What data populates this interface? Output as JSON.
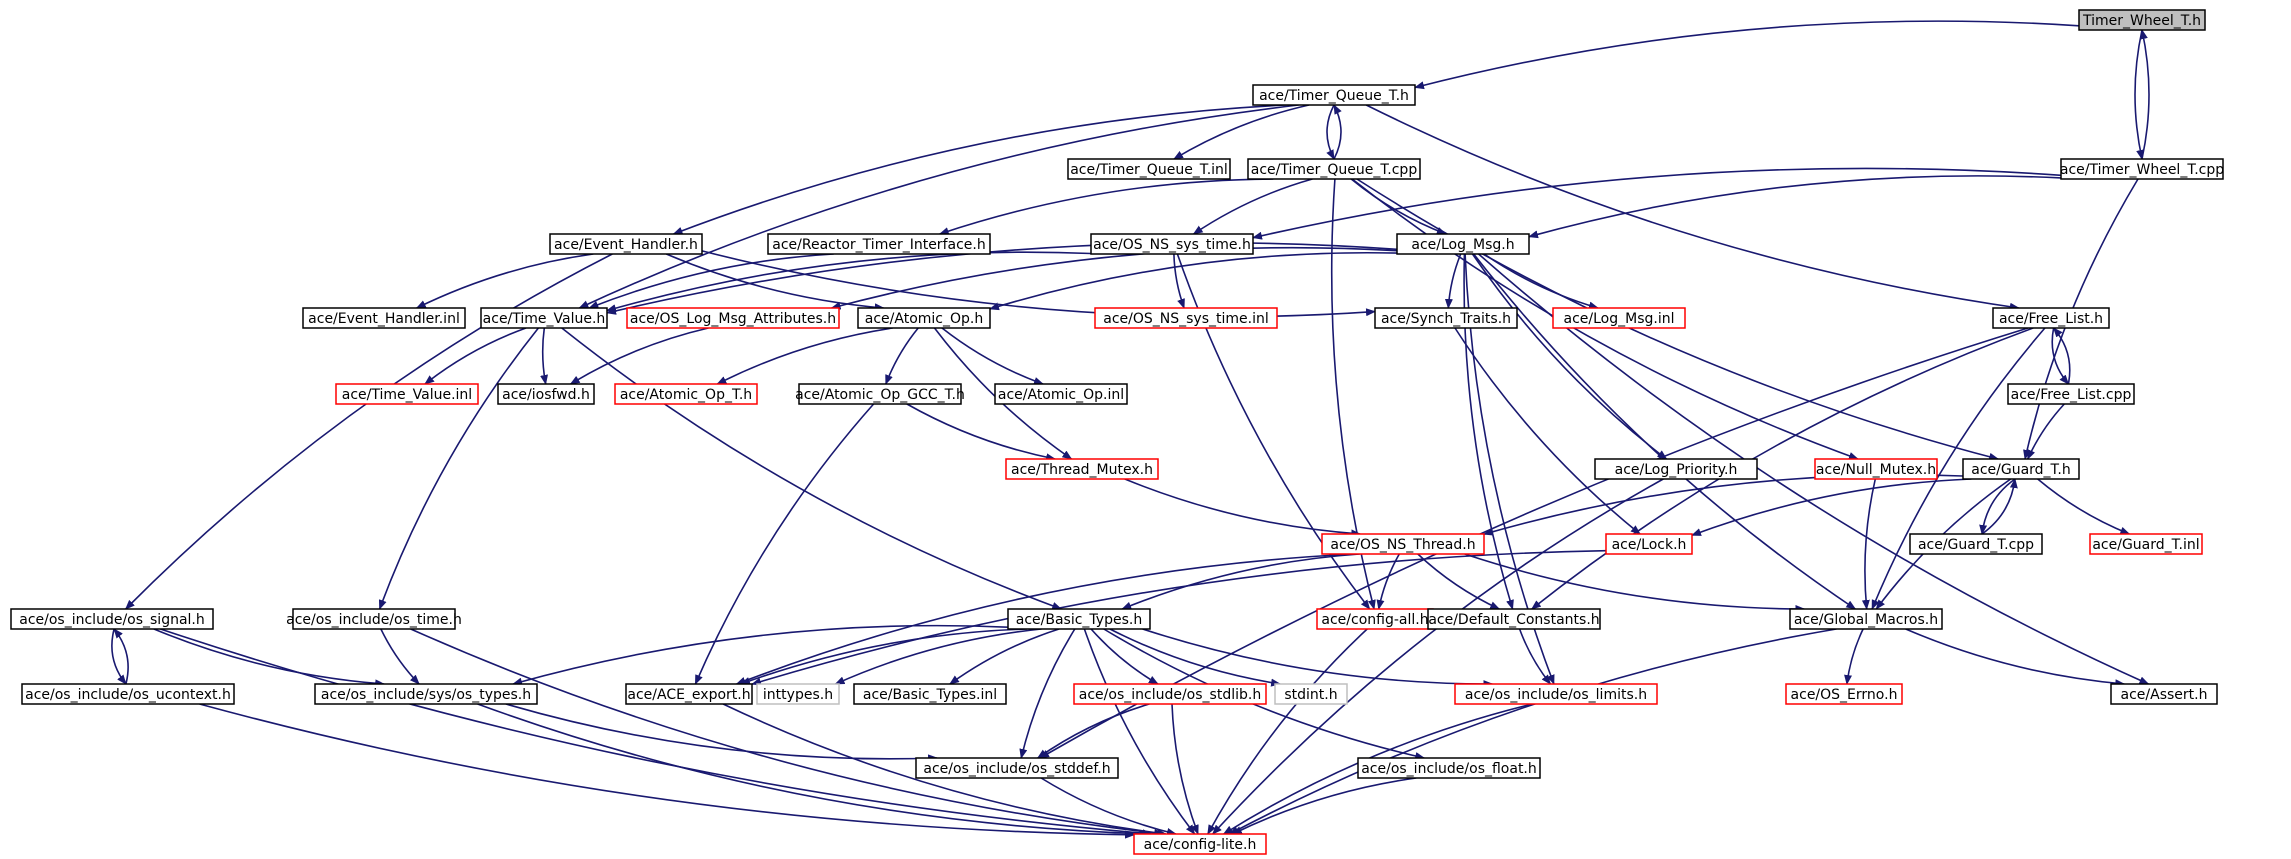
{
  "colors": {
    "edge": "#191970",
    "border_normal": "#000000",
    "border_missing": "#ff0000",
    "border_external": "#bfbfbf",
    "fill_root": "#bfbfbf",
    "fill_normal": "#ffffff"
  },
  "nodes": [
    {
      "id": "n_tw",
      "label": "Timer_Wheel_T.h",
      "kind": "root"
    },
    {
      "id": "n_tq",
      "label": "ace/Timer_Queue_T.h",
      "kind": "normal"
    },
    {
      "id": "n_tqinl",
      "label": "ace/Timer_Queue_T.inl",
      "kind": "normal"
    },
    {
      "id": "n_tqcpp",
      "label": "ace/Timer_Queue_T.cpp",
      "kind": "normal"
    },
    {
      "id": "n_twcpp",
      "label": "ace/Timer_Wheel_T.cpp",
      "kind": "normal"
    },
    {
      "id": "n_eh",
      "label": "ace/Event_Handler.h",
      "kind": "normal"
    },
    {
      "id": "n_rti",
      "label": "ace/Reactor_Timer_Interface.h",
      "kind": "normal"
    },
    {
      "id": "n_ossys",
      "label": "ace/OS_NS_sys_time.h",
      "kind": "normal"
    },
    {
      "id": "n_logmsg",
      "label": "ace/Log_Msg.h",
      "kind": "normal"
    },
    {
      "id": "n_ehinl",
      "label": "ace/Event_Handler.inl",
      "kind": "normal"
    },
    {
      "id": "n_tv",
      "label": "ace/Time_Value.h",
      "kind": "normal"
    },
    {
      "id": "n_oslma",
      "label": "ace/OS_Log_Msg_Attributes.h",
      "kind": "missing"
    },
    {
      "id": "n_atop",
      "label": "ace/Atomic_Op.h",
      "kind": "normal"
    },
    {
      "id": "n_ossysinl",
      "label": "ace/OS_NS_sys_time.inl",
      "kind": "missing"
    },
    {
      "id": "n_synch",
      "label": "ace/Synch_Traits.h",
      "kind": "normal"
    },
    {
      "id": "n_logmsginl",
      "label": "ace/Log_Msg.inl",
      "kind": "missing"
    },
    {
      "id": "n_freelist",
      "label": "ace/Free_List.h",
      "kind": "normal"
    },
    {
      "id": "n_tvinl",
      "label": "ace/Time_Value.inl",
      "kind": "missing"
    },
    {
      "id": "n_iosfwd",
      "label": "ace/iosfwd.h",
      "kind": "normal"
    },
    {
      "id": "n_atopt",
      "label": "ace/Atomic_Op_T.h",
      "kind": "missing"
    },
    {
      "id": "n_atopgcc",
      "label": "ace/Atomic_Op_GCC_T.h",
      "kind": "normal"
    },
    {
      "id": "n_atopinl",
      "label": "ace/Atomic_Op.inl",
      "kind": "normal"
    },
    {
      "id": "n_flcpp",
      "label": "ace/Free_List.cpp",
      "kind": "normal"
    },
    {
      "id": "n_thmutex",
      "label": "ace/Thread_Mutex.h",
      "kind": "missing"
    },
    {
      "id": "n_logprio",
      "label": "ace/Log_Priority.h",
      "kind": "normal"
    },
    {
      "id": "n_nullmutex",
      "label": "ace/Null_Mutex.h",
      "kind": "missing"
    },
    {
      "id": "n_guard",
      "label": "ace/Guard_T.h",
      "kind": "normal"
    },
    {
      "id": "n_osthread",
      "label": "ace/OS_NS_Thread.h",
      "kind": "missing"
    },
    {
      "id": "n_lock",
      "label": "ace/Lock.h",
      "kind": "missing"
    },
    {
      "id": "n_guardcpp",
      "label": "ace/Guard_T.cpp",
      "kind": "normal"
    },
    {
      "id": "n_guardinl",
      "label": "ace/Guard_T.inl",
      "kind": "missing"
    },
    {
      "id": "n_ossignal",
      "label": "ace/os_include/os_signal.h",
      "kind": "normal"
    },
    {
      "id": "n_ostime",
      "label": "ace/os_include/os_time.h",
      "kind": "normal"
    },
    {
      "id": "n_basic",
      "label": "ace/Basic_Types.h",
      "kind": "normal"
    },
    {
      "id": "n_configall",
      "label": "ace/config-all.h",
      "kind": "missing"
    },
    {
      "id": "n_defconst",
      "label": "ace/Default_Constants.h",
      "kind": "normal"
    },
    {
      "id": "n_globmac",
      "label": "ace/Global_Macros.h",
      "kind": "normal"
    },
    {
      "id": "n_osucontext",
      "label": "ace/os_include/os_ucontext.h",
      "kind": "normal"
    },
    {
      "id": "n_ostypes",
      "label": "ace/os_include/sys/os_types.h",
      "kind": "normal"
    },
    {
      "id": "n_aceexport",
      "label": "ace/ACE_export.h",
      "kind": "normal"
    },
    {
      "id": "n_inttypes",
      "label": "inttypes.h",
      "kind": "external"
    },
    {
      "id": "n_basicinl",
      "label": "ace/Basic_Types.inl",
      "kind": "normal"
    },
    {
      "id": "n_osstdlib",
      "label": "ace/os_include/os_stdlib.h",
      "kind": "missing"
    },
    {
      "id": "n_stdint",
      "label": "stdint.h",
      "kind": "external"
    },
    {
      "id": "n_oslimits",
      "label": "ace/os_include/os_limits.h",
      "kind": "missing"
    },
    {
      "id": "n_oserrno",
      "label": "ace/OS_Errno.h",
      "kind": "missing"
    },
    {
      "id": "n_assert",
      "label": "ace/Assert.h",
      "kind": "normal"
    },
    {
      "id": "n_osstddef",
      "label": "ace/os_include/os_stddef.h",
      "kind": "normal"
    },
    {
      "id": "n_osfloat",
      "label": "ace/os_include/os_float.h",
      "kind": "normal"
    },
    {
      "id": "n_configlite",
      "label": "ace/config-lite.h",
      "kind": "missing"
    }
  ],
  "edges": [
    [
      "n_tw",
      "n_tq"
    ],
    [
      "n_tw",
      "n_twcpp"
    ],
    [
      "n_twcpp",
      "n_tw"
    ],
    [
      "n_tq",
      "n_tqinl"
    ],
    [
      "n_tq",
      "n_tqcpp"
    ],
    [
      "n_tqcpp",
      "n_tq"
    ],
    [
      "n_tq",
      "n_eh"
    ],
    [
      "n_tq",
      "n_tv"
    ],
    [
      "n_tq",
      "n_freelist"
    ],
    [
      "n_tqcpp",
      "n_rti"
    ],
    [
      "n_tqcpp",
      "n_ossys"
    ],
    [
      "n_tqcpp",
      "n_logmsg"
    ],
    [
      "n_tqcpp",
      "n_guard"
    ],
    [
      "n_tqcpp",
      "n_nullmutex"
    ],
    [
      "n_tqcpp",
      "n_configall"
    ],
    [
      "n_twcpp",
      "n_ossys"
    ],
    [
      "n_twcpp",
      "n_logmsg"
    ],
    [
      "n_twcpp",
      "n_guard"
    ],
    [
      "n_eh",
      "n_ehinl"
    ],
    [
      "n_eh",
      "n_atop"
    ],
    [
      "n_eh",
      "n_synch"
    ],
    [
      "n_eh",
      "n_ossignal"
    ],
    [
      "n_rti",
      "n_tv"
    ],
    [
      "n_ossys",
      "n_tv"
    ],
    [
      "n_ossys",
      "n_ossysinl"
    ],
    [
      "n_ossys",
      "n_configall"
    ],
    [
      "n_logmsg",
      "n_oslma"
    ],
    [
      "n_logmsg",
      "n_synch"
    ],
    [
      "n_logmsg",
      "n_logmsginl"
    ],
    [
      "n_logmsg",
      "n_atop"
    ],
    [
      "n_logmsg",
      "n_logprio"
    ],
    [
      "n_logmsg",
      "n_defconst"
    ],
    [
      "n_logmsg",
      "n_globmac"
    ],
    [
      "n_logmsg",
      "n_oslimits"
    ],
    [
      "n_logmsg",
      "n_assert"
    ],
    [
      "n_logmsg",
      "n_tv"
    ],
    [
      "n_tv",
      "n_tvinl"
    ],
    [
      "n_tv",
      "n_iosfwd"
    ],
    [
      "n_tv",
      "n_basic"
    ],
    [
      "n_tv",
      "n_ostime"
    ],
    [
      "n_oslma",
      "n_iosfwd"
    ],
    [
      "n_atop",
      "n_atopt"
    ],
    [
      "n_atop",
      "n_atopgcc"
    ],
    [
      "n_atop",
      "n_atopinl"
    ],
    [
      "n_atop",
      "n_thmutex"
    ],
    [
      "n_atopgcc",
      "n_thmutex"
    ],
    [
      "n_atopgcc",
      "n_aceexport"
    ],
    [
      "n_synch",
      "n_lock"
    ],
    [
      "n_freelist",
      "n_flcpp"
    ],
    [
      "n_flcpp",
      "n_freelist"
    ],
    [
      "n_flcpp",
      "n_guard"
    ],
    [
      "n_freelist",
      "n_defconst"
    ],
    [
      "n_freelist",
      "n_globmac"
    ],
    [
      "n_freelist",
      "n_osstddef"
    ],
    [
      "n_thmutex",
      "n_osthread"
    ],
    [
      "n_guard",
      "n_guardcpp"
    ],
    [
      "n_guardcpp",
      "n_guard"
    ],
    [
      "n_guard",
      "n_guardinl"
    ],
    [
      "n_guard",
      "n_lock"
    ],
    [
      "n_guard",
      "n_osthread"
    ],
    [
      "n_guard",
      "n_globmac"
    ],
    [
      "n_nullmutex",
      "n_globmac"
    ],
    [
      "n_logprio",
      "n_configlite"
    ],
    [
      "n_osthread",
      "n_basic"
    ],
    [
      "n_osthread",
      "n_configall"
    ],
    [
      "n_osthread",
      "n_defconst"
    ],
    [
      "n_osthread",
      "n_globmac"
    ],
    [
      "n_osthread",
      "n_aceexport"
    ],
    [
      "n_lock",
      "n_aceexport"
    ],
    [
      "n_ossignal",
      "n_osucontext"
    ],
    [
      "n_osucontext",
      "n_ossignal"
    ],
    [
      "n_ossignal",
      "n_ostypes"
    ],
    [
      "n_ossignal",
      "n_configlite"
    ],
    [
      "n_ostime",
      "n_ostypes"
    ],
    [
      "n_ostime",
      "n_configlite"
    ],
    [
      "n_basic",
      "n_ostypes"
    ],
    [
      "n_basic",
      "n_aceexport"
    ],
    [
      "n_basic",
      "n_inttypes"
    ],
    [
      "n_basic",
      "n_basicinl"
    ],
    [
      "n_basic",
      "n_osstdlib"
    ],
    [
      "n_basic",
      "n_stdint"
    ],
    [
      "n_basic",
      "n_oslimits"
    ],
    [
      "n_basic",
      "n_osstddef"
    ],
    [
      "n_basic",
      "n_osfloat"
    ],
    [
      "n_basic",
      "n_configlite"
    ],
    [
      "n_configall",
      "n_configlite"
    ],
    [
      "n_defconst",
      "n_oslimits"
    ],
    [
      "n_globmac",
      "n_oserrno"
    ],
    [
      "n_globmac",
      "n_assert"
    ],
    [
      "n_globmac",
      "n_configlite"
    ],
    [
      "n_osucontext",
      "n_configlite"
    ],
    [
      "n_ostypes",
      "n_osstddef"
    ],
    [
      "n_ostypes",
      "n_configlite"
    ],
    [
      "n_aceexport",
      "n_configlite"
    ],
    [
      "n_osstdlib",
      "n_osstddef"
    ],
    [
      "n_osstdlib",
      "n_configlite"
    ],
    [
      "n_oslimits",
      "n_configlite"
    ],
    [
      "n_osstddef",
      "n_configlite"
    ],
    [
      "n_osfloat",
      "n_configlite"
    ]
  ]
}
